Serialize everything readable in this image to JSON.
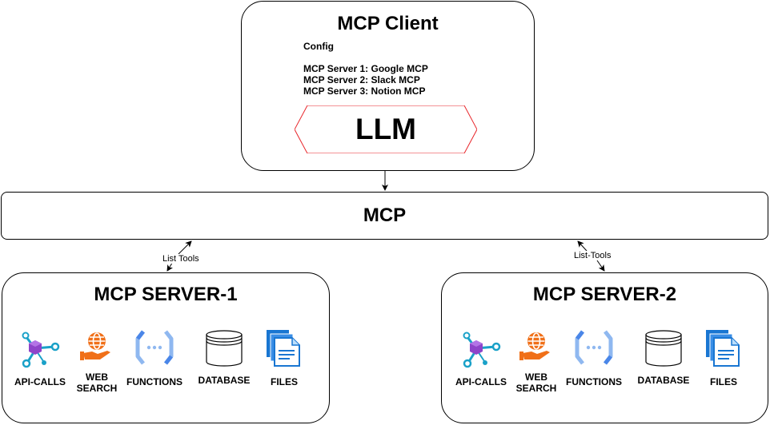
{
  "client": {
    "title": "MCP Client",
    "config_heading": "Config",
    "servers": [
      "MCP Server 1: Google MCP",
      "MCP Server 2: Slack MCP",
      "MCP Server 3: Notion MCP"
    ],
    "llm_label": "LLM"
  },
  "mcp": {
    "title": "MCP"
  },
  "edges": {
    "left_label": "List Tools",
    "right_label": "List-Tools"
  },
  "server1": {
    "title": "MCP SERVER-1",
    "tools": {
      "api": "API-CALLS",
      "web_1": "WEB",
      "web_2": "SEARCH",
      "functions": "FUNCTIONS",
      "database": "DATABASE",
      "files": "FILES"
    }
  },
  "server2": {
    "title": "MCP SERVER-2",
    "tools": {
      "api": "API-CALLS",
      "web_1": "WEB",
      "web_2": "SEARCH",
      "functions": "FUNCTIONS",
      "database": "DATABASE",
      "files": "FILES"
    }
  },
  "colors": {
    "llm_border": "#e8262b",
    "api_hex": "#8e44c9",
    "api_node": "#1aa1c8",
    "web_orange": "#f07019",
    "functions_blue": "#8fb8f0",
    "files_blue": "#1976d2"
  }
}
